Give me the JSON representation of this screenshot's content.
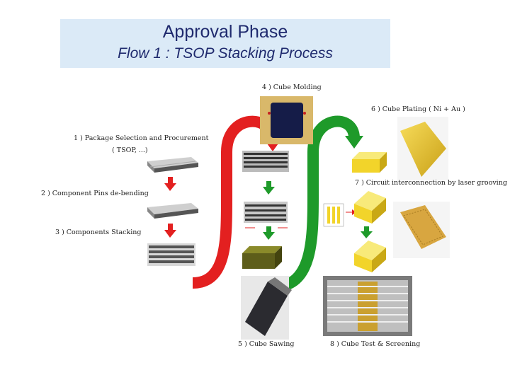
{
  "header": {
    "title": "Approval Phase",
    "subtitle": "Flow 1 : TSOP Stacking Process"
  },
  "steps": {
    "s1_line1": "1 ) Package Selection and Procurement",
    "s1_line2": "( TSOP, ...)",
    "s2": "2 ) Component Pins de-bending",
    "s3": "3 ) Components Stacking",
    "s4": "4 ) Cube Molding",
    "s5": "5 ) Cube Sawing",
    "s6": "6 ) Cube Plating ( Ni + Au )",
    "s7": "7 ) Circuit interconnection by laser grooving",
    "s8": "8 ) Cube Test & Screening"
  },
  "colors": {
    "title_bg": "#dbeaf7",
    "title_text": "#1f2a6e",
    "red_arrow": "#e32020",
    "green_arrow": "#1e9a2a"
  }
}
